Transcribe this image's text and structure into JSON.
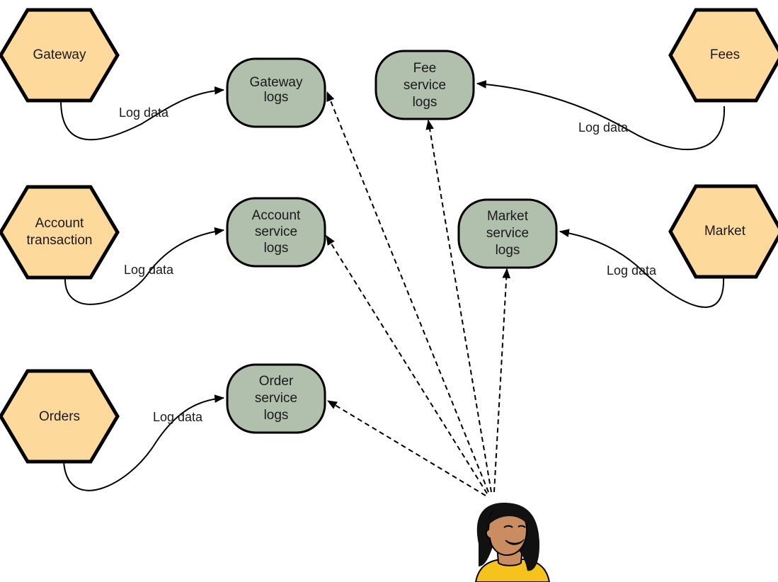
{
  "services": [
    {
      "id": "gateway",
      "lines": [
        "Gateway"
      ]
    },
    {
      "id": "account",
      "lines": [
        "Account",
        "transaction"
      ]
    },
    {
      "id": "orders",
      "lines": [
        "Orders"
      ]
    },
    {
      "id": "fees",
      "lines": [
        "Fees"
      ]
    },
    {
      "id": "market",
      "lines": [
        "Market"
      ]
    }
  ],
  "logs": [
    {
      "id": "gateway-logs",
      "lines": [
        "Gateway",
        "logs"
      ]
    },
    {
      "id": "account-logs",
      "lines": [
        "Account",
        "service",
        "logs"
      ]
    },
    {
      "id": "order-logs",
      "lines": [
        "Order",
        "service",
        "logs"
      ]
    },
    {
      "id": "fee-logs",
      "lines": [
        "Fee",
        "service",
        "logs"
      ]
    },
    {
      "id": "market-logs",
      "lines": [
        "Market",
        "service",
        "logs"
      ]
    }
  ],
  "edge_label": "Log data",
  "colors": {
    "service_fill": "#fdd99b",
    "log_fill": "#b1bfad",
    "stroke": "#000000"
  }
}
